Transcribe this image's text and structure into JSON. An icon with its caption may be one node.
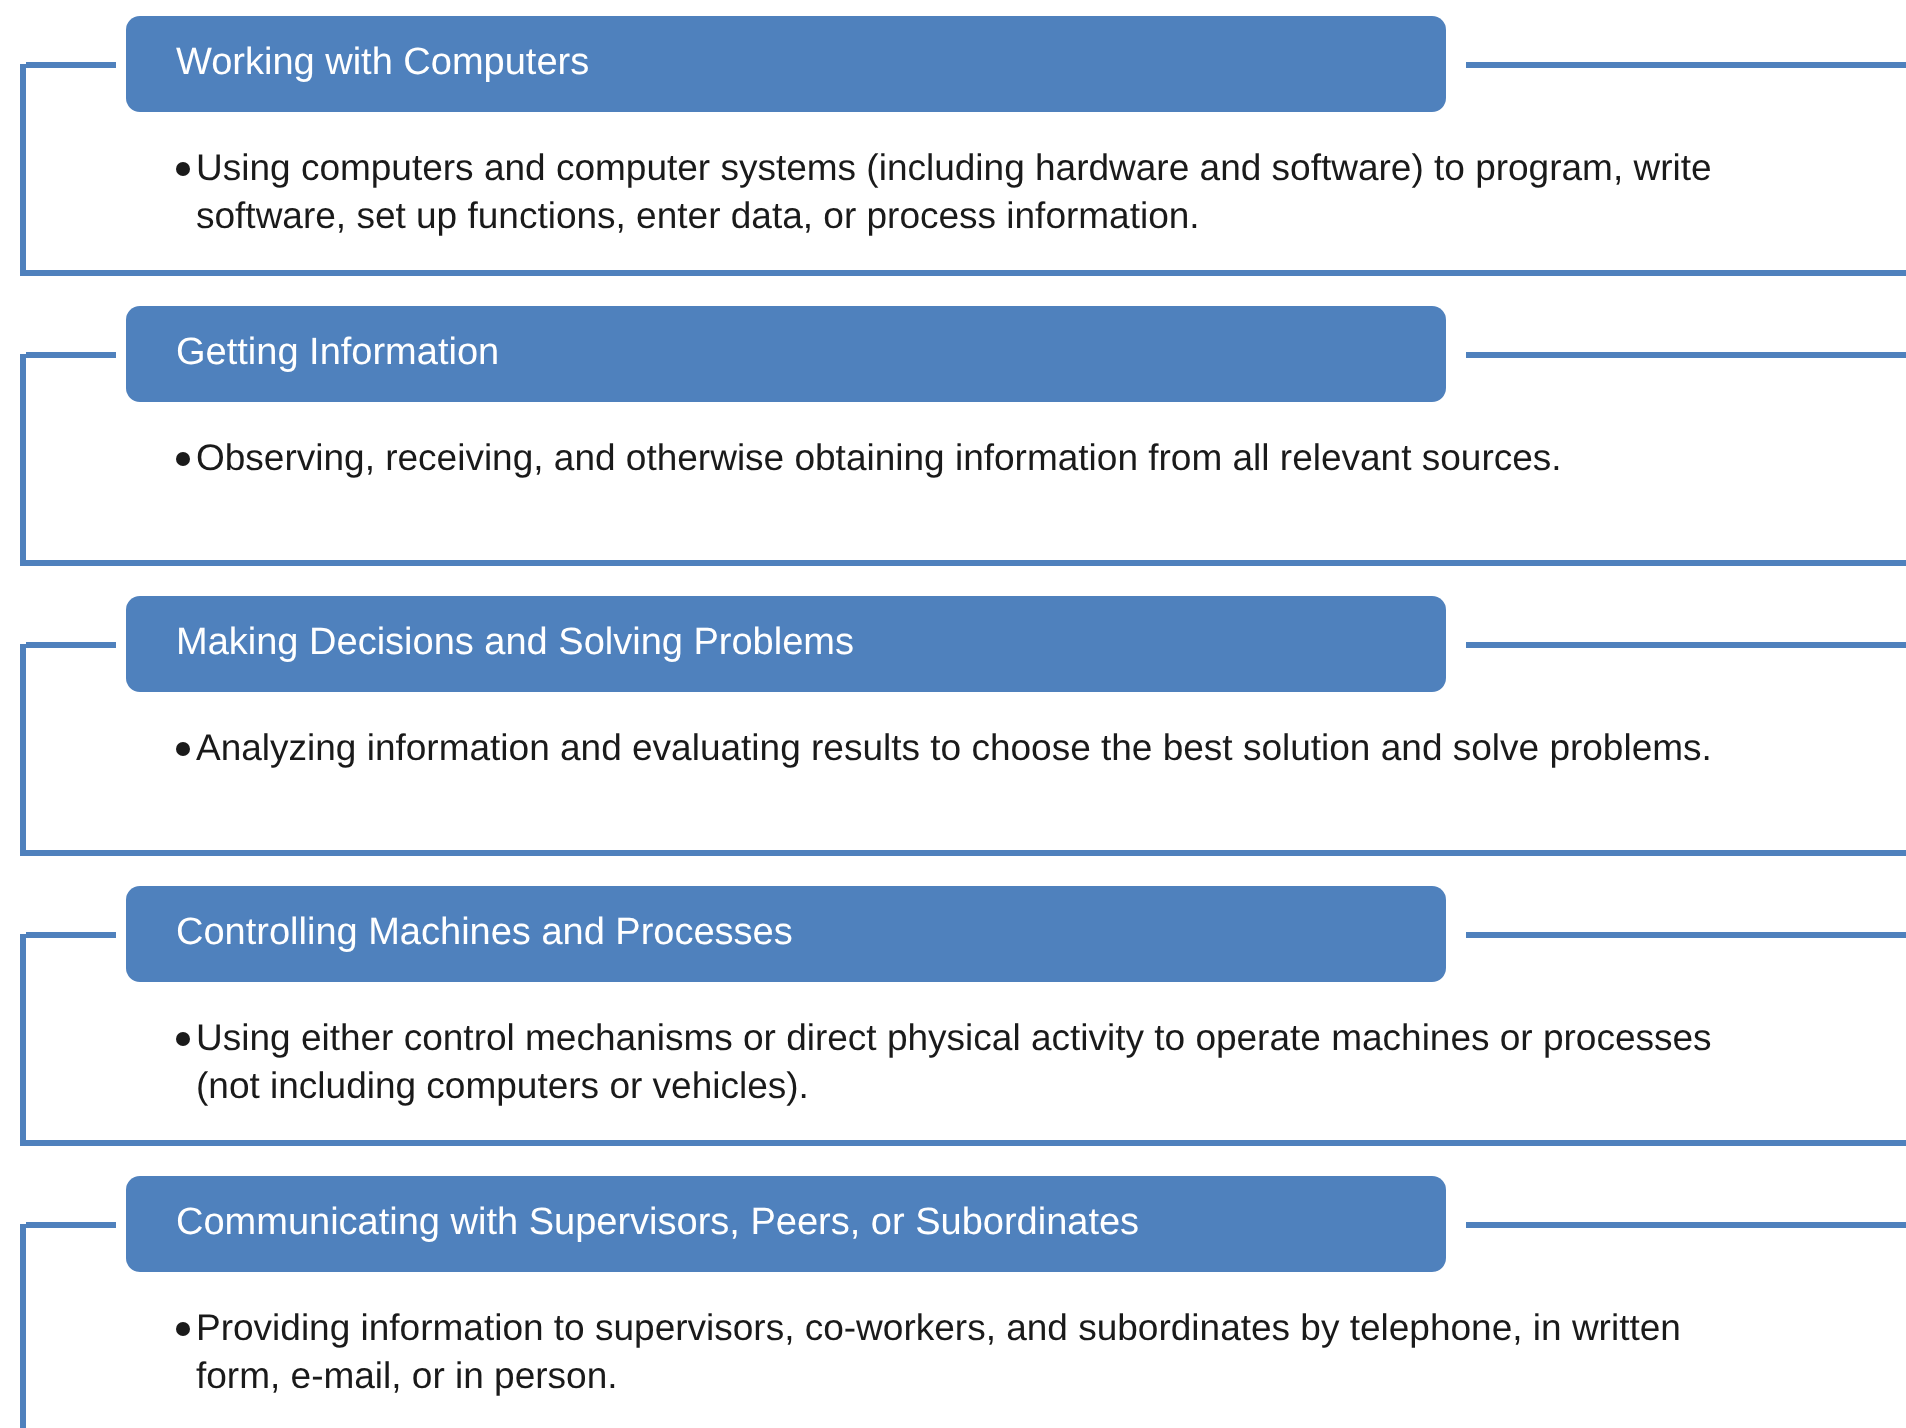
{
  "diagram": {
    "nodes": [
      {
        "text": [
          "Working with Computers",
          "Using computers and computer systems (including hardware and software) to program, write software, set up functions, enter data, or process information."
        ]
      },
      {
        "text": [
          "Getting Information",
          "Observing, receiving, and otherwise obtaining information from all relevant sources."
        ]
      },
      {
        "text": [
          "Making Decisions and Solving Problems",
          "Analyzing information and evaluating results to choose the best solution and solve problems."
        ]
      },
      {
        "text": [
          "Controlling Machines and Processes",
          "Using either control mechanisms or direct physical activity to operate machines or processes (not including computers or vehicles)."
        ]
      },
      {
        "text": [
          "Communicating with Supervisors, Peers, or Subordinates",
          "Providing information to supervisors, co-workers, and subordinates by telephone, in written form, e-mail, or in person."
        ]
      }
    ]
  }
}
